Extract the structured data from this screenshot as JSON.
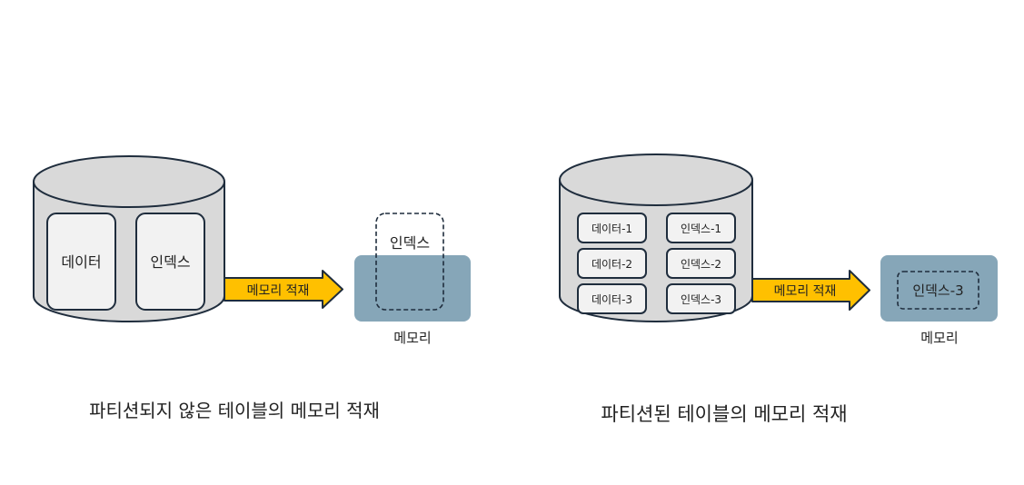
{
  "left": {
    "cylinder_boxes": [
      "데이터",
      "인덱스"
    ],
    "arrow_label": "메모리 적재",
    "memory_inner_label": "인덱스",
    "memory_label": "메모리",
    "caption": "파티션되지 않은 테이블의 메모리 적재"
  },
  "right": {
    "cylinder_boxes": [
      "데이터-1",
      "인덱스-1",
      "데이터-2",
      "인덱스-2",
      "데이터-3",
      "인덱스-3"
    ],
    "arrow_label": "메모리 적재",
    "memory_inner_label": "인덱스-3",
    "memory_label": "메모리",
    "caption": "파티션된 테이블의 메모리 적재"
  },
  "colors": {
    "cylinder_fill": "#d9d9d9",
    "cylinder_stroke": "#1f2d3d",
    "box_fill": "#f2f2f2",
    "arrow_fill": "#ffc000",
    "memory_fill": "#86a6b8",
    "text": "#222222"
  }
}
